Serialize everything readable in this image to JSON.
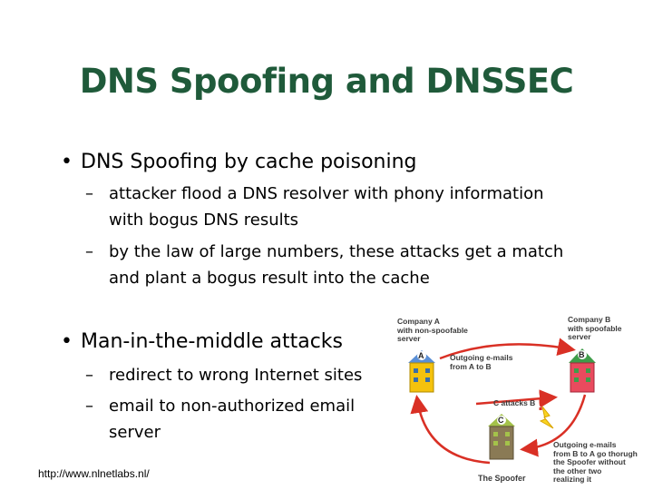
{
  "slide": {
    "title": "DNS Spoofing and DNSSEC",
    "bullets": [
      {
        "text": "DNS Spoofing by cache poisoning",
        "subs": [
          [
            "attacker flood a DNS resolver with phony information",
            "with bogus DNS results"
          ],
          [
            "by the law of large numbers, these attacks get a match",
            "and plant a bogus result into the cache"
          ]
        ]
      },
      {
        "text": "Man-in-the-middle attacks",
        "subs": [
          [
            "redirect to wrong Internet sites"
          ],
          [
            "email to non-authorized email",
            "server"
          ]
        ]
      }
    ],
    "footer": "http://www.nlnetlabs.nl/"
  },
  "diagram": {
    "company_a": [
      "Company A",
      "with non-spoofable",
      "server"
    ],
    "company_b": [
      "Company B",
      "with spoofable",
      "server"
    ],
    "outgoing_ab": [
      "Outgoing e-mails",
      "from A to B"
    ],
    "c_attacks_b": "C attacks B",
    "outgoing_ba": [
      "Outgoing e-mails",
      "from B to A go thorugh",
      "the Spoofer without",
      "the other two",
      "realizing it"
    ],
    "spoofer": "The Spoofer",
    "building_labels": {
      "a": "A",
      "b": "B",
      "c": "C"
    },
    "colors": {
      "a": "#f4c20d",
      "b": "#e94b5e",
      "c": "#8a7a55",
      "arrow": "#d93025",
      "title": "#1f5a3a"
    }
  }
}
